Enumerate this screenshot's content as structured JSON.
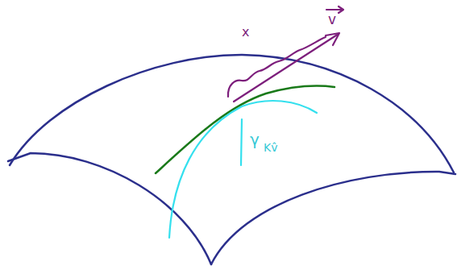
{
  "diagram": {
    "labels": [
      "x",
      "v",
      "γ",
      "Kv̂"
    ]
  }
}
